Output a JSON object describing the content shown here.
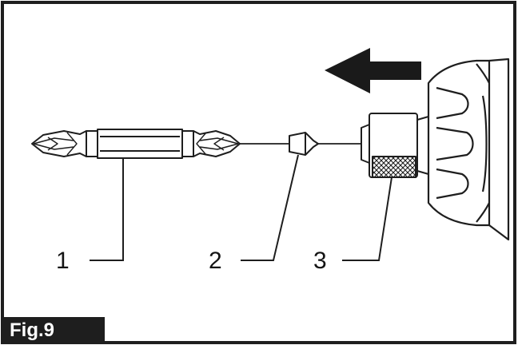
{
  "figure": {
    "label": "Fig.9",
    "callouts": [
      "1",
      "2",
      "3"
    ]
  },
  "parts": {
    "bit_icon": "double-ended-bit",
    "adapter_icon": "bit-adapter",
    "sleeve_icon": "chuck-sleeve",
    "direction_icon": "arrow-left-icon"
  },
  "colors": {
    "line": "#1e1e1e",
    "label_bg": "#1e1e1e",
    "label_text": "#ffffff"
  }
}
